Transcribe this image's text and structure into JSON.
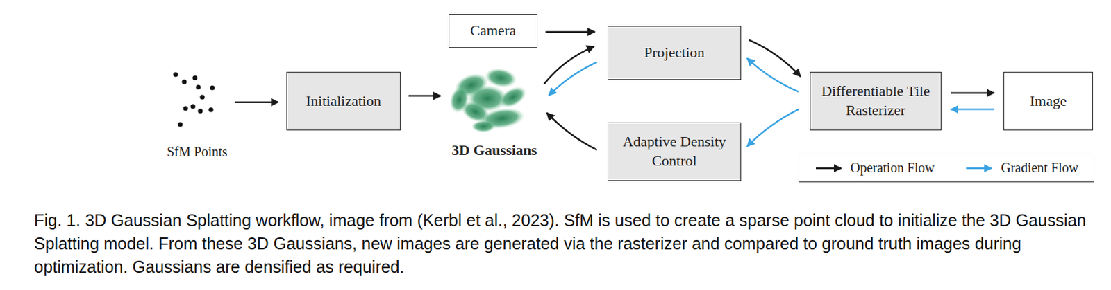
{
  "diagram": {
    "caption": "Fig. 1. 3D Gaussian Splatting workflow, image from (Kerbl et al., 2023). SfM is used to create a sparse point cloud to initialize the 3D Gaussian Splatting model. From these 3D Gaussians, new images are generated via the rasterizer and compared to ground truth images during optimization. Gaussians are densified as required.",
    "nodes": [
      {
        "text": [
          "SfM Points"
        ]
      },
      {
        "text": [
          "Initialization"
        ]
      },
      {
        "text": [
          "3D Gaussians"
        ]
      },
      {
        "text": [
          "Camera"
        ]
      },
      {
        "text": [
          "Projection"
        ]
      },
      {
        "text": [
          "Adaptive Density Control"
        ]
      },
      {
        "text": [
          "Differentiable Tile Rasterizer"
        ]
      },
      {
        "text": [
          "Image"
        ]
      }
    ],
    "edges": [
      {
        "from": 0,
        "to": 1,
        "arrow": "to"
      },
      {
        "from": 1,
        "to": 2,
        "arrow": "to"
      },
      {
        "from": 2,
        "to": 4,
        "arrow": "to"
      },
      {
        "from": 4,
        "to": 2,
        "arrow": "to"
      },
      {
        "from": 5,
        "to": 2,
        "arrow": "to"
      },
      {
        "from": 3,
        "to": 4,
        "arrow": "to"
      },
      {
        "from": 4,
        "to": 6,
        "arrow": "to"
      },
      {
        "from": 6,
        "to": 4,
        "arrow": "to"
      },
      {
        "from": 6,
        "to": 5,
        "arrow": "to"
      },
      {
        "from": 6,
        "to": 7,
        "arrow": "to"
      },
      {
        "from": 7,
        "to": 6,
        "arrow": "to"
      }
    ],
    "legend": [
      {
        "text": "Operation Flow"
      },
      {
        "text": "Gradient Flow"
      }
    ]
  }
}
